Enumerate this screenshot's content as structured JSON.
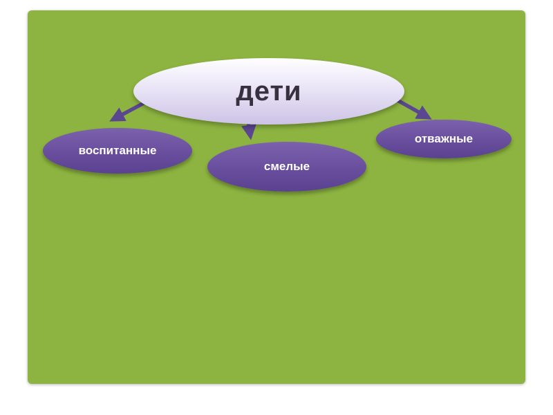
{
  "slide": {
    "background_color": "#8db440",
    "main_node": {
      "label": "дети",
      "fill_top": "#fefeff",
      "fill_bottom": "#cdc3e6",
      "text_color": "#37313f"
    },
    "child_nodes": [
      {
        "label": "воспитанные"
      },
      {
        "label": "смелые"
      },
      {
        "label": "отважные"
      }
    ],
    "child_fill_color": "#684e9d",
    "child_text_color": "#ffffff",
    "arrow_color": "#5b4690"
  }
}
